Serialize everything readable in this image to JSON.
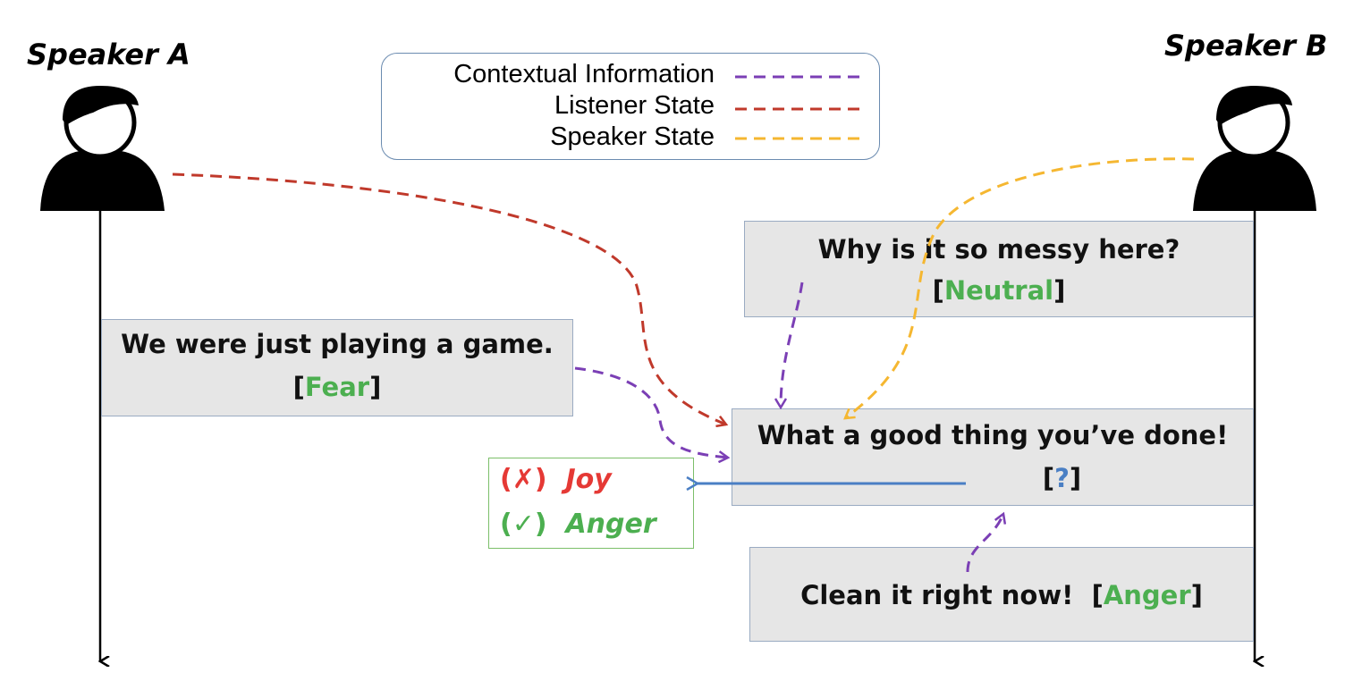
{
  "speakers": {
    "a": "Speaker A",
    "b": "Speaker B"
  },
  "legend": {
    "contextual": "Contextual Information",
    "listener": "Listener State",
    "speaker": "Speaker State"
  },
  "utterances": {
    "u1": {
      "text": "Why is it so messy here?",
      "open": "[",
      "emotion": "Neutral",
      "close": "]"
    },
    "u2": {
      "text": "We were just playing a game.",
      "open": "[",
      "emotion": "Fear",
      "close": "]"
    },
    "u3": {
      "text": "What a good thing you’ve done!",
      "open": "[",
      "emotion": "?",
      "close": "]"
    },
    "u4": {
      "text": "Clean it right now!",
      "open": "[",
      "emotion": "Anger",
      "close": "]"
    }
  },
  "prediction": {
    "wrong_mark": "(✗)",
    "wrong_label": "Joy",
    "right_mark": "(✓)",
    "right_label": "Anger"
  },
  "colors": {
    "contextual": "#7b3fb5",
    "listener": "#c0392b",
    "speaker": "#f5b731",
    "emotion": "#4caf50",
    "wrong": "#e53935",
    "question": "#4a7fc4",
    "box_fill": "#e6e6e6"
  },
  "icons": [
    "person-icon",
    "arrow-down-icon"
  ]
}
